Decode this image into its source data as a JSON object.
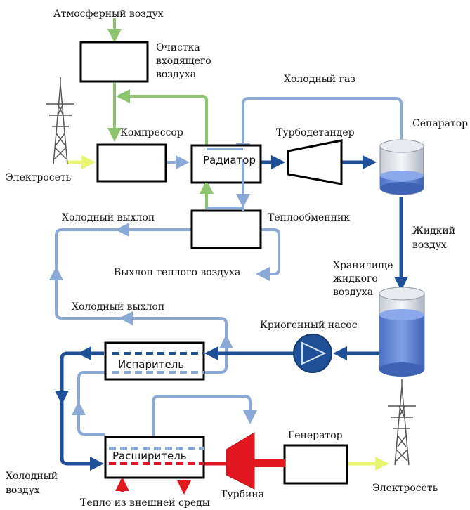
{
  "labels": {
    "atm_air": "Атмосферный воздух",
    "cleaning_1": "Очистка",
    "cleaning_2": "входящего",
    "cleaning_3": "воздуха",
    "cold_gas": "Холодный газ",
    "separator": "Сепаратор",
    "compressor": "Компрессор",
    "turboexpander": "Турбодетандер",
    "grid_left": "Электросеть",
    "radiator": "Радиатор",
    "cold_exhaust_1": "Холодный выхлоп",
    "heat_exchanger": "Теплообменник",
    "liquid_air_1": "Жидкий",
    "liquid_air_2": "воздух",
    "warm_exhaust": "Выхлоп теплого воздуха",
    "storage_1": "Хранилище",
    "storage_2": "жидкого",
    "storage_3": "воздуха",
    "cold_exhaust_2": "Холодный выхлоп",
    "cryo_pump": "Криогенный насос",
    "evaporator": "Испаритель",
    "generator": "Генератор",
    "expander": "Расширитель",
    "cold_air_1": "Холодный",
    "cold_air_2": "воздух",
    "heat_env": "Тепло из внешней среды",
    "turbine": "Турбина",
    "grid_right": "Электросеть"
  }
}
